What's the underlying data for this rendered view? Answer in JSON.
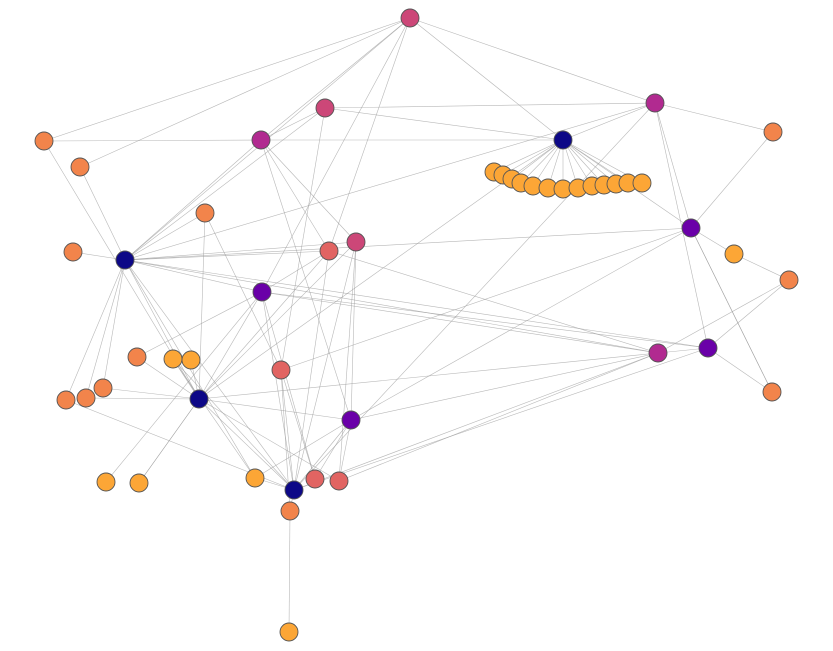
{
  "graph": {
    "type": "network",
    "labels_shown": false,
    "color_scale": {
      "tier_1": "#0d0887",
      "tier_2": "#6a00a8",
      "tier_3": "#b12a90",
      "tier_4": "#cc4778",
      "tier_5": "#e16462",
      "tier_6": "#f2844b",
      "tier_7": "#fca636"
    },
    "node_count": 52,
    "edge_count": 110
  }
}
